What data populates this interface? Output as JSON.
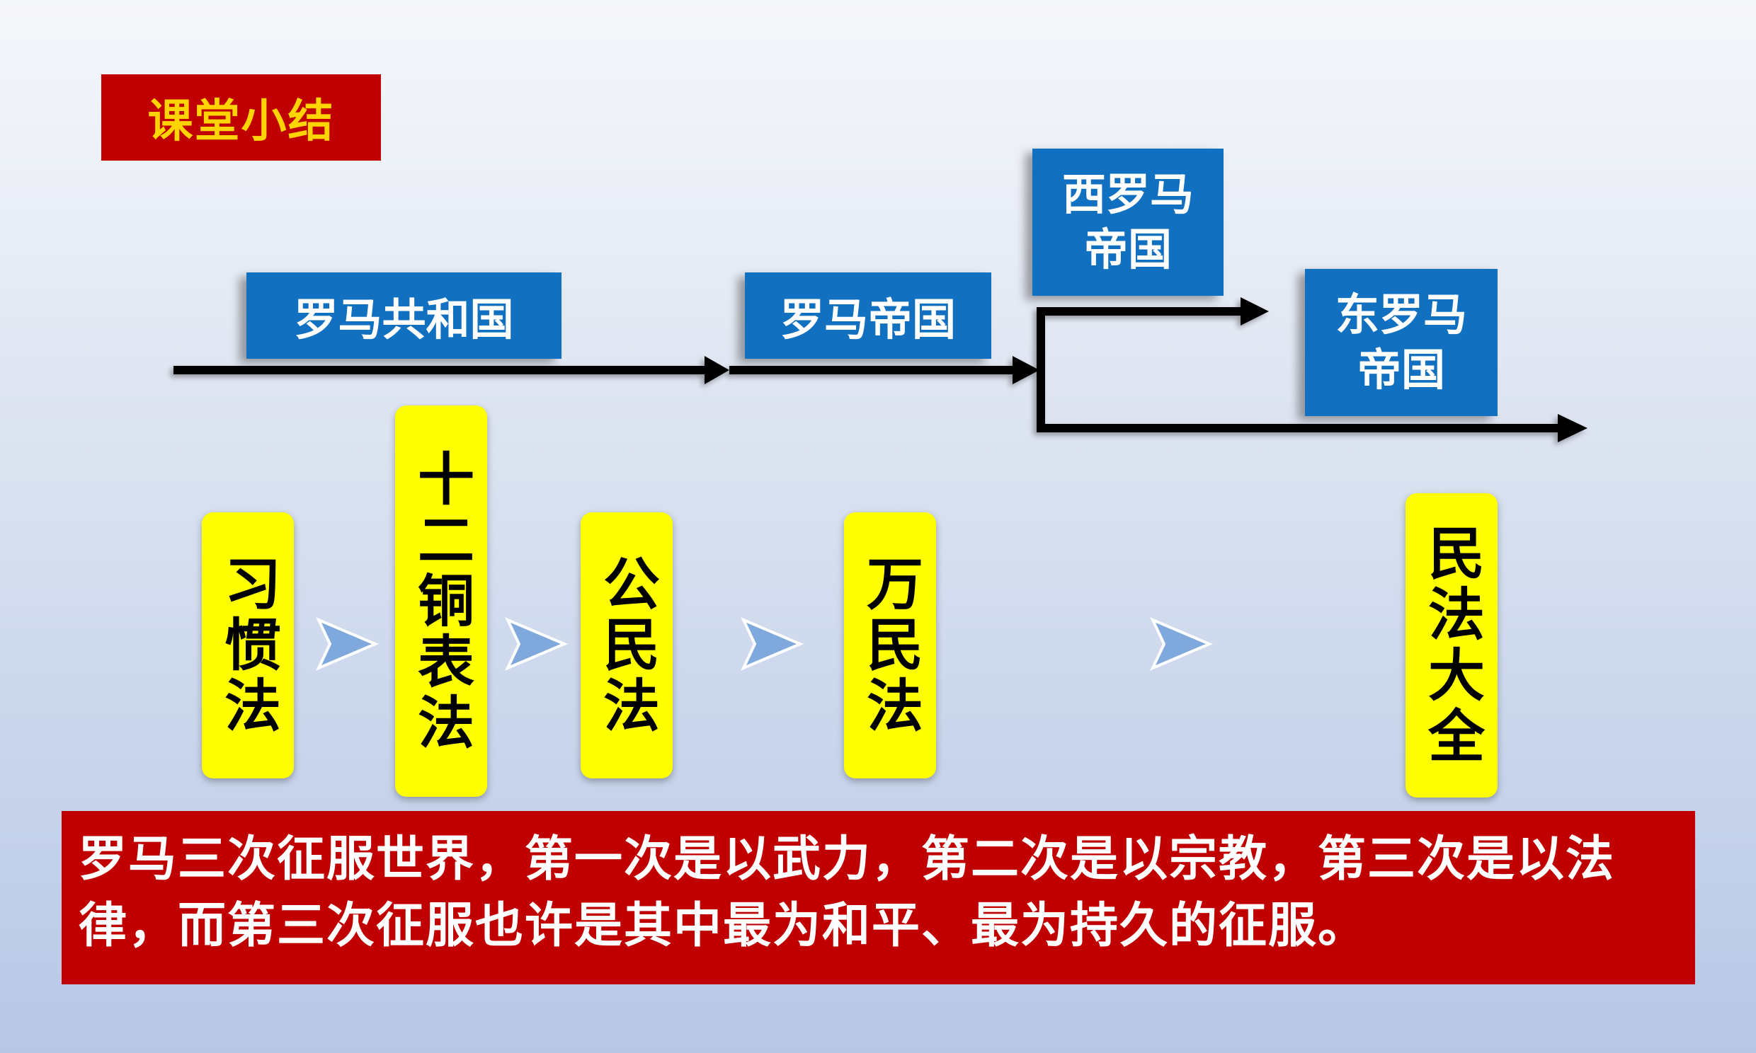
{
  "title": "课堂小结",
  "eras": [
    {
      "label": "罗马共和国"
    },
    {
      "label": "罗马帝国"
    },
    {
      "label": "西罗马帝国"
    },
    {
      "label": "东罗马帝国"
    }
  ],
  "laws": [
    {
      "label": "习惯法"
    },
    {
      "label": "十二铜表法"
    },
    {
      "label": "公民法"
    },
    {
      "label": "万民法"
    },
    {
      "label": "民法大全"
    }
  ],
  "summary": "罗马三次征服世界，第一次是以武力，第二次是以宗教，第三次是以法律，而第三次征服也许是其中最为和平、最为持久的征服。",
  "colors": {
    "title_bg": "#c00000",
    "title_text": "#ffd400",
    "era_bg": "#1270c0",
    "law_bg": "#ffff00",
    "arrow_chevron": "#7fa8dc",
    "timeline": "#000000"
  }
}
